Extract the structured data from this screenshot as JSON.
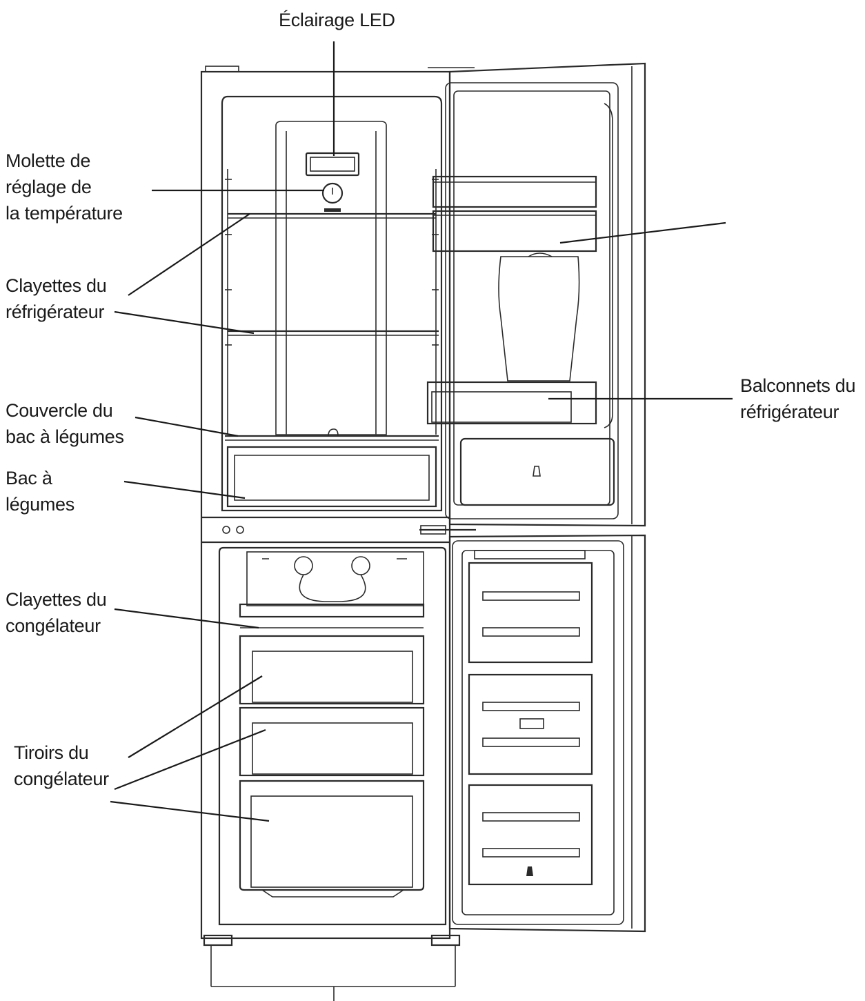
{
  "labels": {
    "led": "Éclairage LED",
    "temperature_dial": [
      "Molette de",
      "réglage de",
      "la température"
    ],
    "fridge_shelves": [
      "Clayettes du",
      "réfrigérateur"
    ],
    "crisper_cover": [
      "Couvercle du",
      "bac à légumes"
    ],
    "crisper": [
      "Bac à",
      "légumes"
    ],
    "freezer_shelves": [
      "Clayettes du",
      "congélateur"
    ],
    "freezer_drawers": [
      "Tiroirs du",
      "congélateur"
    ],
    "door_balconies": [
      "Balconnets du",
      "réfrigérateur"
    ]
  }
}
